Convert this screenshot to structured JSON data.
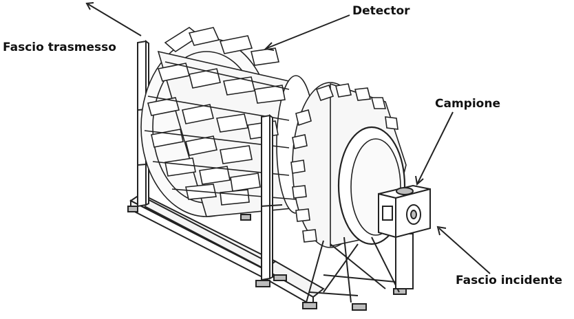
{
  "labels": {
    "transmitted_beam": "Fascio trasmesso",
    "detector": "Detector",
    "sample": "Campione",
    "incident_beam": "Fascio incidente"
  },
  "colors": {
    "line": "#222222",
    "fill": "#ffffff",
    "shade": "#bdbdbd",
    "text": "#111111"
  }
}
